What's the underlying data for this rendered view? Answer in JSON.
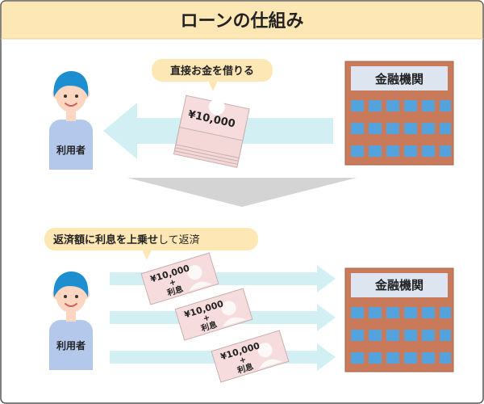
{
  "title": "ローンの仕組み",
  "top": {
    "bubble": "直接お金を借りる",
    "user_label": "利用者",
    "bank_label": "金融機関",
    "note": "¥10,000"
  },
  "bottom": {
    "bubble_bold": "返済額に利息を上乗せ",
    "bubble_normal": "して返済",
    "user_label": "利用者",
    "bank_label": "金融機関",
    "notes": [
      {
        "amount": "¥10,000",
        "plus": "+",
        "interest": "利息"
      },
      {
        "amount": "¥10,000",
        "plus": "+",
        "interest": "利息"
      },
      {
        "amount": "¥10,000",
        "plus": "+",
        "interest": "利息"
      }
    ]
  },
  "colors": {
    "title_bar": "#fde7b4",
    "frame": "#555555",
    "bubble": "#fde7b4",
    "arrow": "#d2f0f4",
    "bank": "#c87a5a",
    "bank_window": "#55a3dd",
    "bank_sign": "#dde6f0",
    "person_hair": "#1d8fd1",
    "person_body": "#b4c8ec",
    "person_face": "#fcd6c0",
    "note": "#f6dcdc",
    "divider": "#d4d4d4"
  }
}
